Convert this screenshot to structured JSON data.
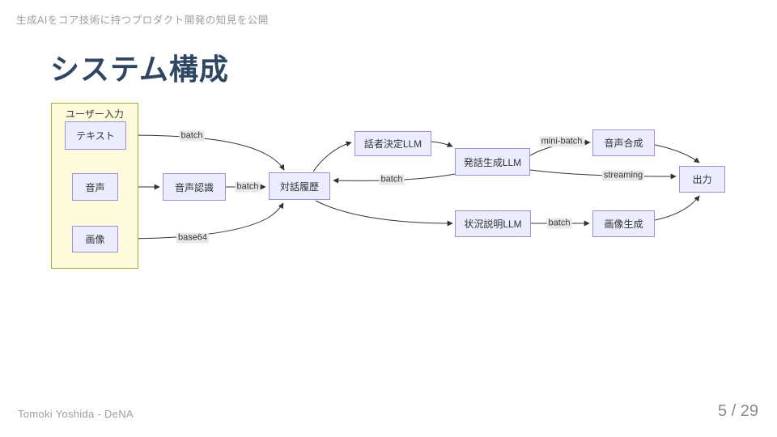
{
  "slide": {
    "header": "生成AIをコア技術に持つプロダクト開発の知見を公開",
    "title": "システム構成",
    "footer": "Tomoki Yoshida - DeNA",
    "page": "5 / 29"
  },
  "diagram": {
    "group_label": "ユーザー入力",
    "nodes": {
      "text_input": "テキスト",
      "voice_input": "音声",
      "image_input": "画像",
      "speech_recognition": "音声認識",
      "dialog_history": "対話履歴",
      "speaker_decision_llm": "話者決定LLM",
      "utterance_generation_llm": "発話生成LLM",
      "situation_description_llm": "状況説明LLM",
      "speech_synthesis": "音声合成",
      "image_generation": "画像生成",
      "output": "出力"
    },
    "edge_labels": {
      "text_to_history": "batch",
      "asr_to_history": "batch",
      "image_to_history": "base64",
      "utterance_to_history": "batch",
      "utterance_to_tts": "mini-batch",
      "utterance_to_output": "streaming",
      "situation_to_imagegen": "batch"
    }
  },
  "colors": {
    "title": "#2e4662",
    "muted_text": "#9e9e9e",
    "node_fill": "#ececff",
    "node_border": "#9f8fd8",
    "node_text": "#333333",
    "group_fill": "#fdfbdc",
    "group_border": "#aaaa33",
    "edge": "#333333",
    "edge_label_bg": "#e8e8e8"
  }
}
